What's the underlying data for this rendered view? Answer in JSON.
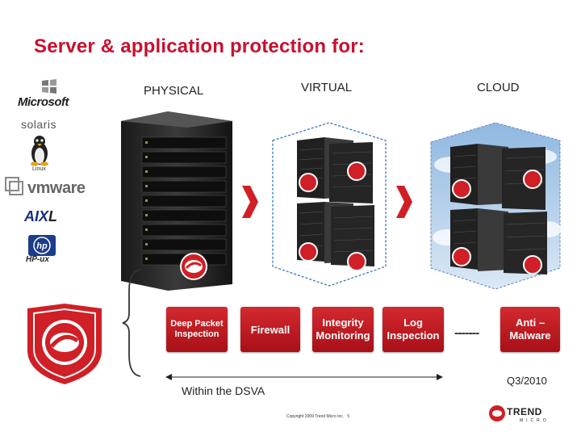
{
  "slide": {
    "title": "Server & application protection for:",
    "colors": {
      "title_red": "#c8102e",
      "feature_red": "#c1181f"
    }
  },
  "columns": {
    "physical": "PHYSICAL",
    "virtual": "VIRTUAL",
    "cloud": "CLOUD"
  },
  "platforms": {
    "microsoft": "Microsoft",
    "solaris": "solaris",
    "linux": "Linux",
    "vmware": "vmware",
    "aix": "AIX",
    "aix_suffix": "L",
    "hp": "hp",
    "hpux": "HP-ux"
  },
  "features": [
    {
      "label": "Deep Packet Inspection"
    },
    {
      "label": "Firewall"
    },
    {
      "label": "Integrity Monitoring"
    },
    {
      "label": "Log Inspection"
    },
    {
      "label": "Anti – Malware"
    }
  ],
  "dsva_label": "Within the DSVA",
  "dash_label": "-------",
  "timeline": "Q3/2010",
  "footer": {
    "copyright": "Copyright 2009 Trend Micro Inc.",
    "page": "5",
    "brand_top": "TREND",
    "brand_bottom": "MICRO"
  },
  "icons": [
    "windows-flag-icon",
    "tux-penguin-icon",
    "vmware-boxes-icon",
    "hp-logo-icon",
    "trend-shield-icon",
    "chevron-right-icon",
    "curly-brace-icon",
    "double-arrow-icon",
    "cloud-sky-icon",
    "server-rack-icon"
  ]
}
